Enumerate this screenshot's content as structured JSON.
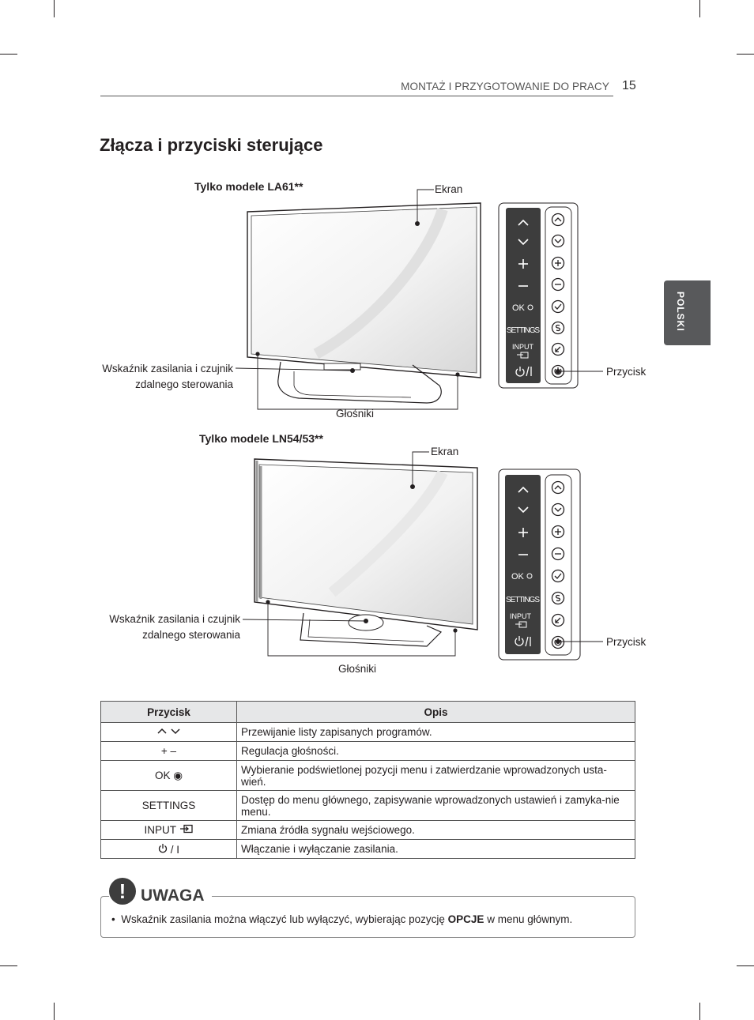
{
  "header": {
    "section": "MONTAŻ I PRZYGOTOWANIE DO PRACY",
    "page_number": "15"
  },
  "page_title": "Złącza i przyciski sterujące",
  "side_tab": "POLSKI",
  "diagrams": [
    {
      "model_label": "Tylko modele LA61**",
      "screen_label": "Ekran",
      "indicator_label_line1": "Wskaźnik zasilania i czujnik",
      "indicator_label_line2": "zdalnego sterowania",
      "speakers_label": "Głośniki",
      "button_label": "Przycisk",
      "panel": {
        "ok": "OK",
        "settings": "SETTINGS",
        "input": "INPUT"
      }
    },
    {
      "model_label": "Tylko modele LN54/53**",
      "screen_label": "Ekran",
      "indicator_label_line1": "Wskaźnik zasilania i czujnik",
      "indicator_label_line2": "zdalnego sterowania",
      "speakers_label": "Głośniki",
      "button_label": "Przycisk",
      "panel": {
        "ok": "OK",
        "settings": "SETTINGS",
        "input": "INPUT"
      }
    }
  ],
  "table": {
    "headers": [
      "Przycisk",
      "Opis"
    ],
    "rows": [
      {
        "button": "",
        "icon": "chevron-up-down-icon",
        "desc": "Przewijanie listy zapisanych programów."
      },
      {
        "button": "+ –",
        "desc": "Regulacja głośności."
      },
      {
        "button": "OK ◉",
        "desc": "Wybieranie podświetlonej pozycji menu i zatwierdzanie wprowadzonych usta-wień."
      },
      {
        "button": "SETTINGS",
        "desc": "Dostęp do menu głównego, zapisywanie wprowadzonych ustawień i zamyka-nie menu."
      },
      {
        "button": "INPUT",
        "icon": "input-icon",
        "desc": "Zmiana źródła sygnału wejściowego."
      },
      {
        "button": "/ I",
        "icon": "power-icon",
        "desc": "Włączanie i wyłączanie zasilania."
      }
    ]
  },
  "note": {
    "title": "UWAGA",
    "bullet": "•",
    "text_before": "Wskaźnik zasilania można włączyć lub wyłączyć, wybierając pozycję",
    "bold": "OPCJE",
    "text_after": "w menu głównym."
  },
  "colors": {
    "panel_dark": "#3d3d3d",
    "header_fill": "#e6e7e8",
    "tab": "#58595b"
  }
}
